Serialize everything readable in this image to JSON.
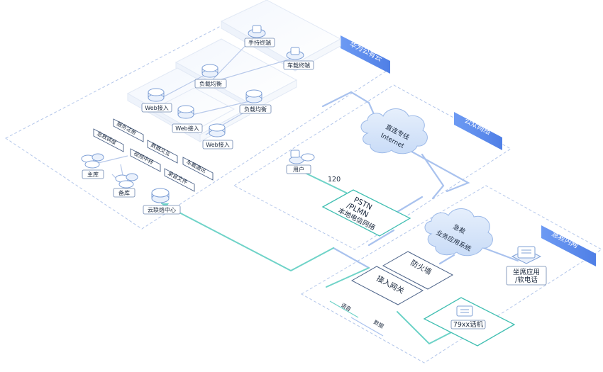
{
  "zones": {
    "public_cloud": "华为公有云",
    "public_network": "公众网络",
    "emergency_intranet": "急救内网"
  },
  "terminals": {
    "handheld": "手持终端",
    "vehicle": "车载终端"
  },
  "load_balancers": [
    "负载均衡",
    "负载均衡"
  ],
  "web_access": [
    "Web接入",
    "Web接入",
    "Web接入"
  ],
  "services": {
    "service_registry": "服务注册",
    "emergency_dispatch": "急救调度",
    "data_exchange": "数据交互",
    "video_relay": "视频中转",
    "vehicle_comm": "车载通讯",
    "recording_files": "录音文件"
  },
  "databases": {
    "primary": "主库",
    "backup": "备库"
  },
  "cloud_center": "云联络中心",
  "internet_cloud": {
    "line1": "直连专线",
    "line2": "Internet"
  },
  "user": {
    "label": "用户",
    "number": "120"
  },
  "pstn": {
    "line1": "PSTN",
    "line2": "/PLMN",
    "line3": "本地电信网络"
  },
  "emergency_system": {
    "line1": "急救",
    "line2": "业务应用系统"
  },
  "firewall": "防火墙",
  "access_gateway": "接入网关",
  "seat_app": {
    "line1": "坐席应用",
    "line2": "/软电话"
  },
  "phone": "79xx话机",
  "legend": {
    "voice": "语音",
    "data": "数据"
  },
  "colors": {
    "data_line": "#a9c2ee",
    "voice_line": "#6fd3c8",
    "zone_tag": "#5f8ef0",
    "zone_border": "#a8bde6",
    "cloud_fill": "#d6e5fb"
  }
}
